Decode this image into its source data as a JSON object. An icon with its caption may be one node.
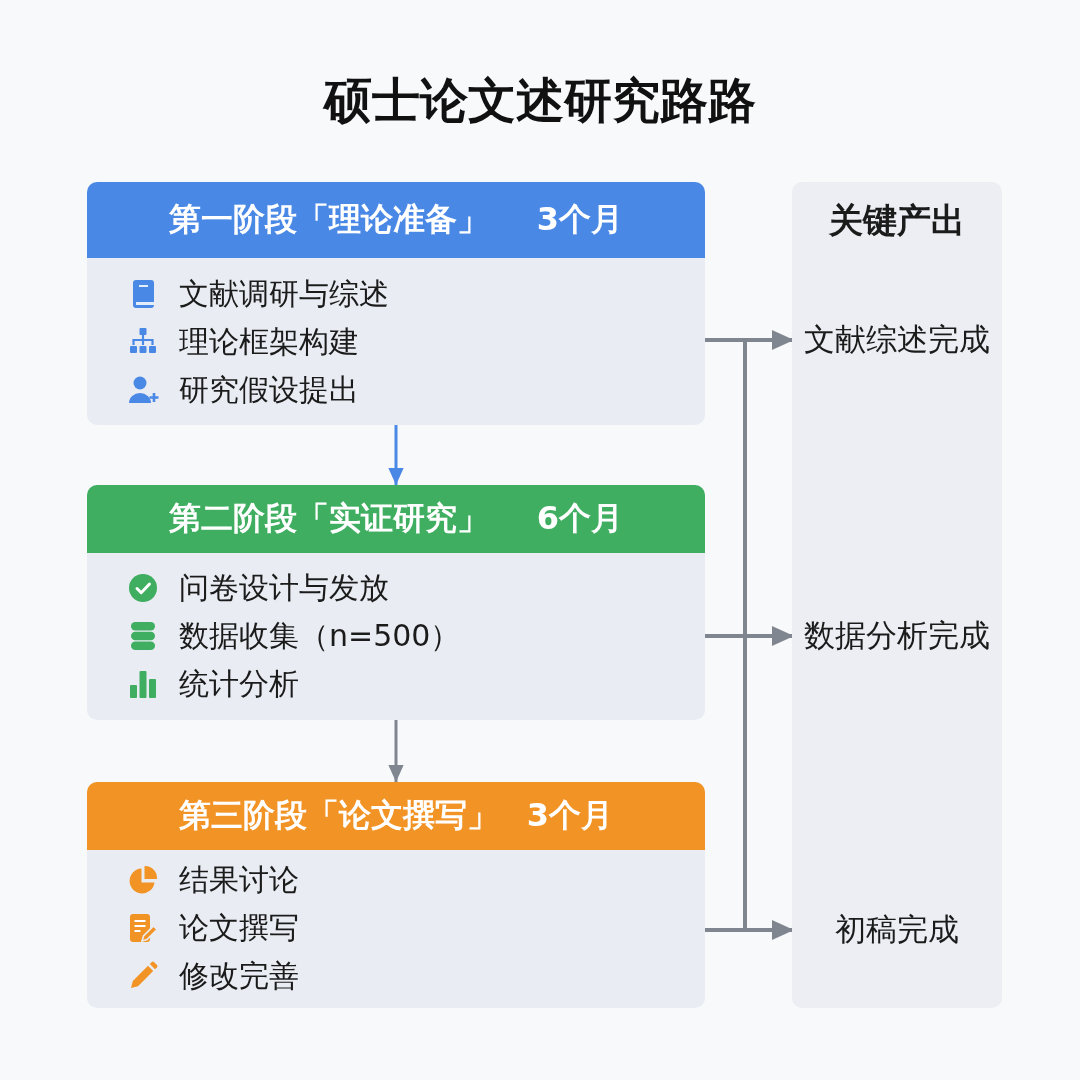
{
  "diagram": {
    "title": "硕士论文述研究路路",
    "nodes": [
      {
        "text": [
          "第一阶段「理论准备」",
          "3个月",
          "文献调研与综述",
          "理论框架构建",
          "研究假设提出"
        ]
      },
      {
        "text": [
          "第二阶段「实证研究」",
          "6个月",
          "问卷设计与发放",
          "数据收集（n=500）",
          "统计分析"
        ]
      },
      {
        "text": [
          "第三阶段「论文撰写」",
          "3个月",
          "结果讨论",
          "论文撰写",
          "修改完善"
        ]
      },
      {
        "text": [
          "关键产出"
        ]
      },
      {
        "text": [
          "文献综述完成"
        ],
        "in": 3
      },
      {
        "text": [
          "数据分析完成"
        ],
        "in": 3
      },
      {
        "text": [
          "初稿完成"
        ],
        "in": 3
      }
    ],
    "edges": [
      {
        "from": 0,
        "to": 1,
        "arrow": "to",
        "color": "#4a88e6"
      },
      {
        "from": 1,
        "to": 2,
        "arrow": "to"
      },
      {
        "from": 0,
        "to": 4,
        "arrow": "to"
      },
      {
        "from": 1,
        "to": 5,
        "arrow": "to"
      },
      {
        "from": 2,
        "to": 6,
        "arrow": "to"
      }
    ]
  }
}
